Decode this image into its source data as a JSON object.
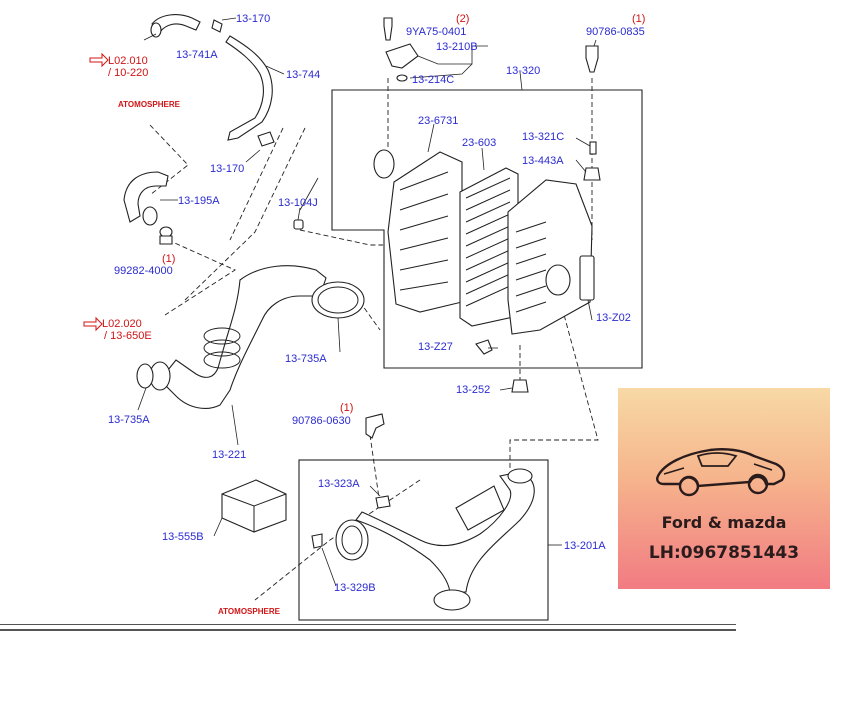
{
  "diagram": {
    "labels": {
      "p13_170_top": "13-170",
      "p13_741a": "13-741A",
      "ref_l02_010": "L02.010",
      "ref_10_220": "/ 10-220",
      "p13_744": "13-744",
      "atmosphere_top": "ATOMOSPHERE",
      "p13_170_mid": "13-170",
      "p13_195a": "13-195A",
      "p99282_qty": "(1)",
      "p99282": "99282-4000",
      "ref_l02_020": "L02.020",
      "ref_13_650e": "/ 13-650E",
      "p13_735a_left": "13-735A",
      "p13_221": "13-221",
      "p13_104j": "13-104J",
      "p13_735a_mid": "13-735A",
      "p9ya75_qty": "(2)",
      "p9ya75": "9YA75-0401",
      "p13_210b": "13-210B",
      "p13_214c": "13-214C",
      "p13_320": "13-320",
      "p90786_0835_qty": "(1)",
      "p90786_0835": "90786-0835",
      "p23_6731": "23-6731",
      "p23_603": "23-603",
      "p13_321c": "13-321C",
      "p13_443a": "13-443A",
      "p13_z02": "13-Z02",
      "p13_z27": "13-Z27",
      "p13_252": "13-252",
      "p90786_0630_qty": "(1)",
      "p90786_0630": "90786-0630",
      "p13_323a": "13-323A",
      "p13_555b": "13-555B",
      "p13_201a": "13-201A",
      "p13_329b": "13-329B",
      "atmosphere_bottom": "ATOMOSPHERE"
    }
  },
  "ad": {
    "brand": "Ford & mazda",
    "phone": "LH:0967851443",
    "icon": "sports-car-icon"
  }
}
